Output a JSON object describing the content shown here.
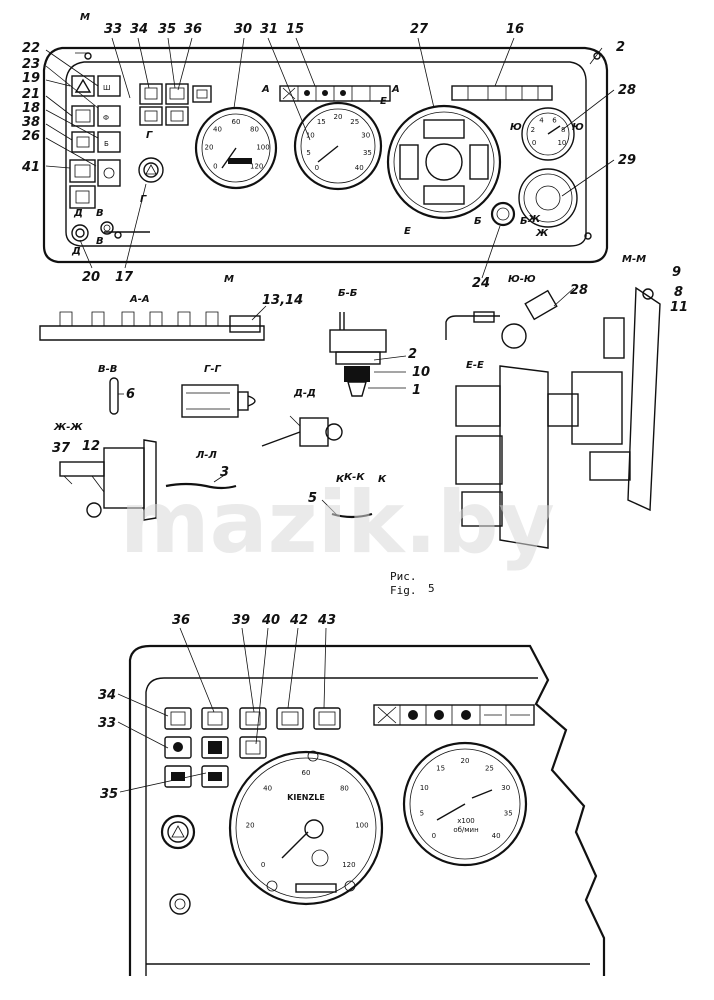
{
  "watermark": "mazik.by",
  "figure_caption": {
    "label_ru": "Рис.",
    "label_en": "Fig.",
    "number": "5"
  },
  "upper_callouts": [
    "33",
    "34",
    "35",
    "36",
    "30",
    "31",
    "15",
    "27",
    "16",
    "2",
    "22",
    "23",
    "19",
    "21",
    "18",
    "38",
    "26",
    "41",
    "28",
    "29",
    "24",
    "20",
    "17"
  ],
  "lower_callouts": [
    "36",
    "39",
    "40",
    "42",
    "43",
    "34",
    "33",
    "35"
  ],
  "detail_callouts": [
    "13,14",
    "2",
    "10",
    "1",
    "6",
    "28",
    "9",
    "8",
    "11",
    "37",
    "12",
    "3",
    "5"
  ],
  "section_letters": [
    "М",
    "М",
    "Г",
    "Г",
    "Д",
    "Д",
    "В",
    "В",
    "К",
    "К",
    "А",
    "А",
    "Е",
    "Е",
    "Ю",
    "Ю",
    "Б",
    "Б",
    "Ж",
    "Ж"
  ],
  "section_titles": [
    "А-А",
    "Б-Б",
    "Ю-Ю",
    "М-М",
    "В-В",
    "Г-Г",
    "Д-Д",
    "Е-Е",
    "Ж-Ж",
    "Л-Л",
    "К-К"
  ],
  "speedometer": {
    "brand": "KIENZLE",
    "ticks": [
      "0",
      "20",
      "40",
      "60",
      "80",
      "100",
      "120"
    ]
  },
  "tachometer": {
    "unit_top": "x100",
    "unit_bottom": "об/мин",
    "ticks": [
      "0",
      "5",
      "10",
      "15",
      "20",
      "25",
      "30",
      "35",
      "40"
    ]
  },
  "small_gauge_ticks": [
    "0",
    "2",
    "4",
    "6",
    "8",
    "10"
  ]
}
